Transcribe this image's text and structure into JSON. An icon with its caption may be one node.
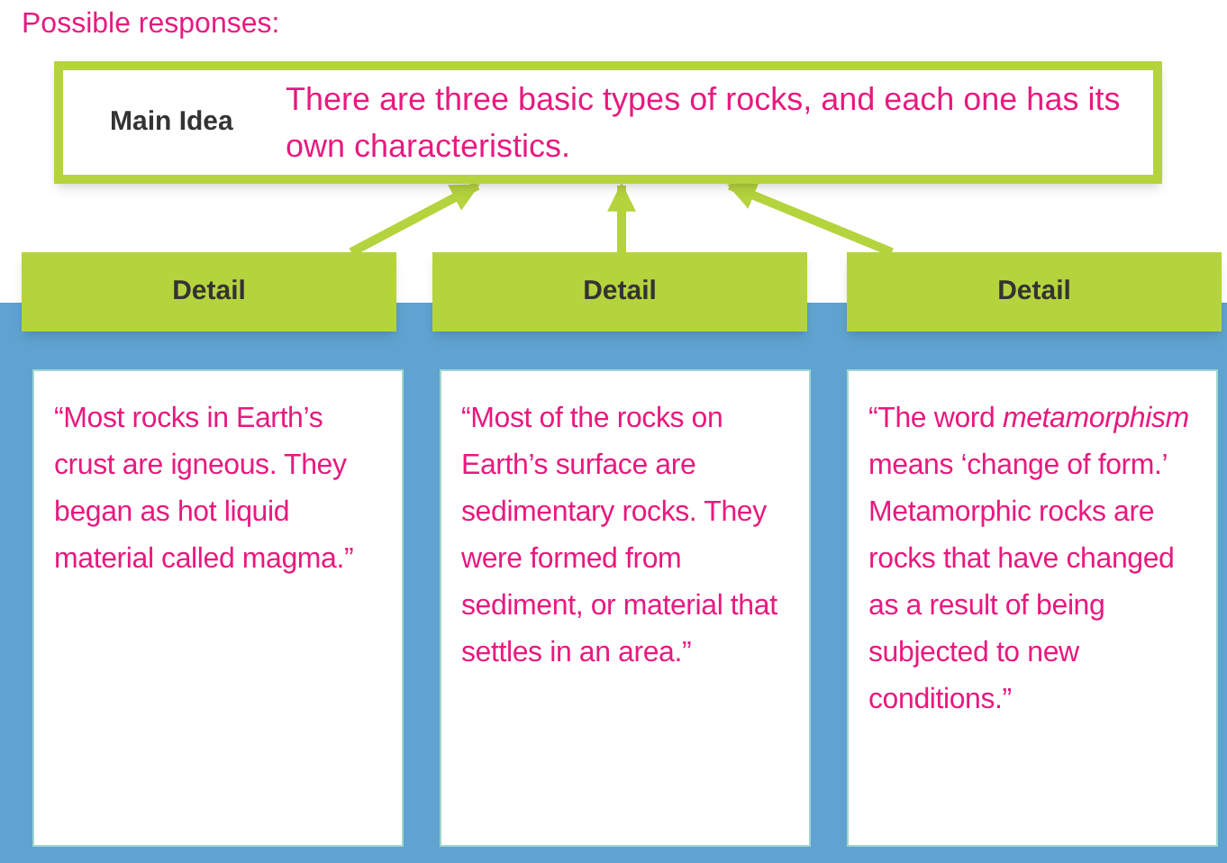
{
  "diagram": {
    "title": "Possible responses:",
    "nodes": [
      {
        "text": [
          "Main Idea",
          "There are three basic types of rocks, and each one has its own characteristics."
        ]
      },
      {
        "text": [
          "Detail"
        ]
      },
      {
        "text": [
          "Detail"
        ]
      },
      {
        "text": [
          "Detail"
        ]
      },
      {
        "text": [
          "“Most rocks in Earth’s crust are igneous. They began as hot liquid material called magma.”"
        ]
      },
      {
        "text": [
          "“Most of the rocks on Earth’s surface are sedimentary rocks. They were formed from sediment, or material that settles in an area.”"
        ]
      },
      {
        "text": [
          "“The word *metamorphism* means ‘change of form.’ Metamorphic rocks are rocks that have changed as a result of being subjected to new conditions.”"
        ]
      }
    ],
    "edges": [
      {
        "from": 1,
        "to": 0,
        "arrow": "to"
      },
      {
        "from": 2,
        "to": 0,
        "arrow": "to"
      },
      {
        "from": 3,
        "to": 0,
        "arrow": "to"
      }
    ]
  }
}
